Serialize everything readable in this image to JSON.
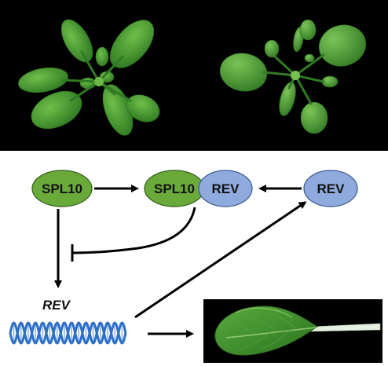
{
  "nodes": {
    "spl10_left": "SPL10",
    "complex_spl10": "SPL10",
    "complex_rev": "REV",
    "rev_right": "REV"
  },
  "gene_label": "REV",
  "colors": {
    "spl10_fill": "#6aaa3a",
    "rev_fill": "#8faadc",
    "panel_background": "#000000",
    "arrow": "#000000",
    "dna_strand": "#2e6fc7",
    "leaf": "#3f8f2f",
    "petiole": "#e6efe0"
  },
  "images": {
    "top_panel": "two-arabidopsis-rosettes-photo",
    "bottom_panel": "single-leaf-photo"
  },
  "icons": {
    "dna": "dna-double-helix-icon"
  }
}
